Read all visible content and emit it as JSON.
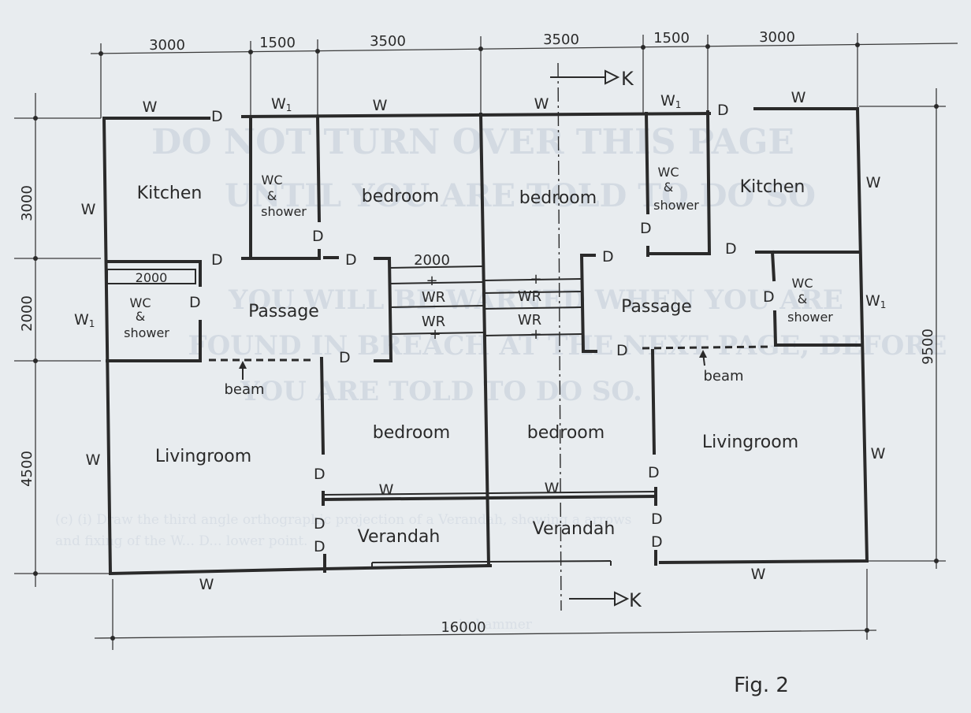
{
  "dimensions": {
    "top": [
      "3000",
      "1500",
      "3500",
      "3500",
      "1500",
      "3000"
    ],
    "left": [
      "3000",
      "2000",
      "4500"
    ],
    "right": "9500",
    "bottom": "16000"
  },
  "section_marks": {
    "top": "K",
    "bottom": "K"
  },
  "rooms": {
    "kitchen_left": "Kitchen",
    "kitchen_right": "Kitchen",
    "bedroom_top_left": "bedroom",
    "bedroom_top_right": "bedroom",
    "bedroom_bottom_left": "bedroom",
    "bedroom_bottom_right": "bedroom",
    "livingroom_left": "Livingroom",
    "livingroom_right": "Livingroom",
    "passage_left": "Passage",
    "passage_right": "Passage",
    "verandah_left": "Verandah",
    "verandah_right": "Verandah"
  },
  "wc": {
    "line1": "WC",
    "line2": "&",
    "line3": "shower"
  },
  "labels": {
    "window": "W",
    "window_small": "W",
    "window_small_sub": "1",
    "door": "D",
    "wardrobe": "WR",
    "beam": "beam",
    "wc_width": "2000",
    "wardrobe_width": "2000"
  },
  "figure_caption": "Fig. 2",
  "background_text": {
    "heading_line1": "DO NOT TURN OVER THIS PAGE",
    "heading_line2": "UNTIL YOU ARE TOLD TO DO SO",
    "line3": "YOU WILL BE WARNED WHEN YOU ARE",
    "line4": "FOUND IN BREACH AT THE NEXT PAGE, BEFORE",
    "line5": "YOU ARE TOLD TO DO SO.",
    "question_line1": "(c) (i) Draw the third angle orthographic projection of a Verandah, showing a arrows",
    "question_line2": "and fixing of the W... D... lower point.",
    "question_line3": "... in hammer"
  }
}
